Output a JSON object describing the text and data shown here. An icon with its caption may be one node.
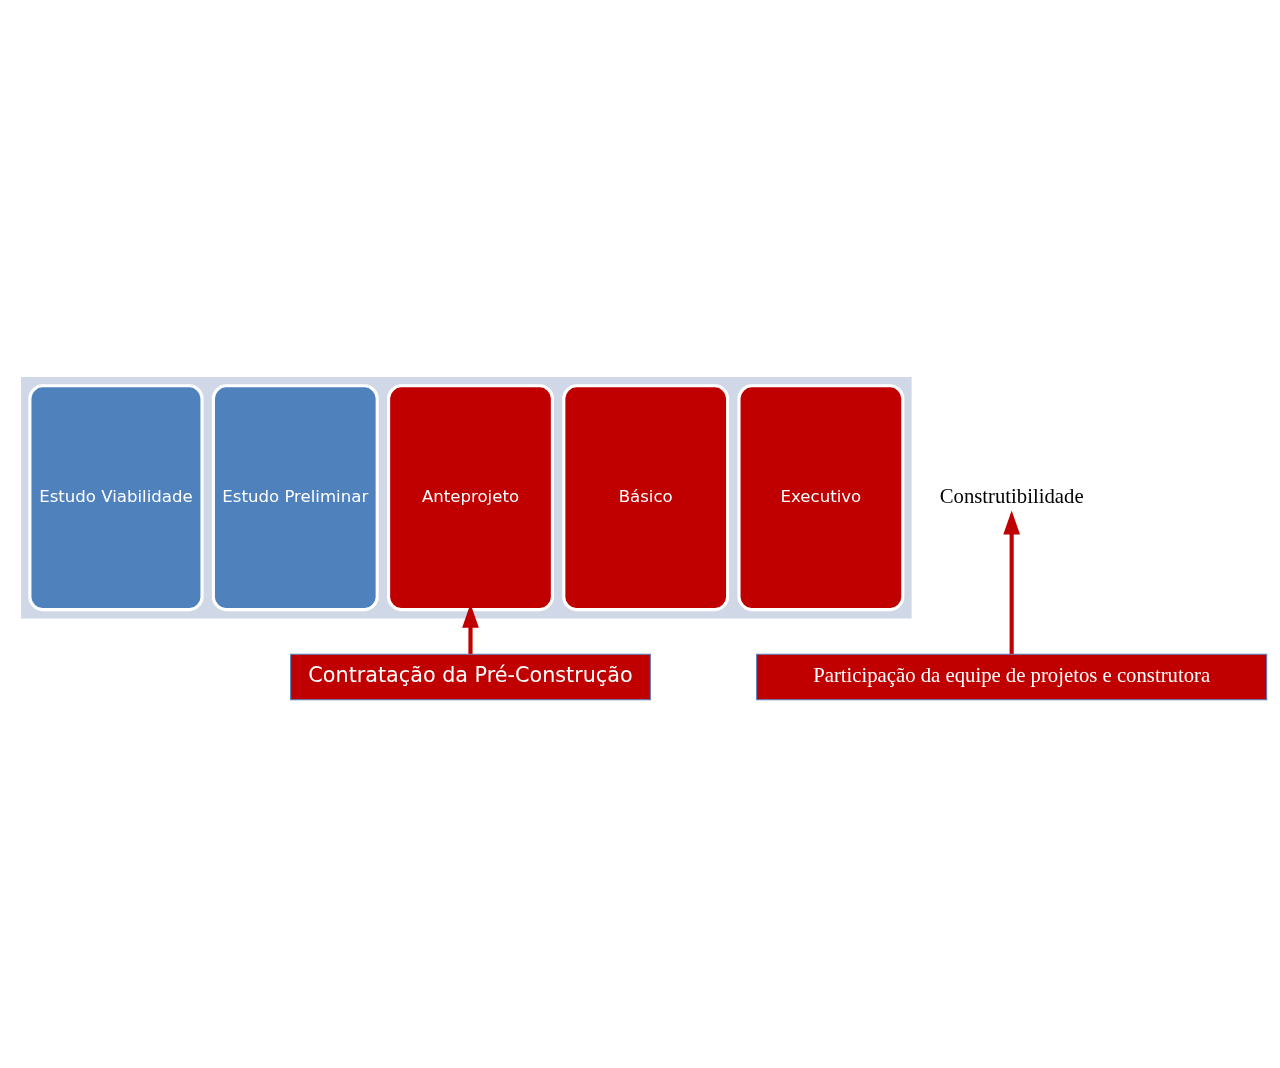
{
  "diagram": {
    "nodes": [
      {
        "text": [],
        "shape": "arrow"
      },
      {
        "text": [
          "Estudo Viabilidade"
        ],
        "in": 0
      },
      {
        "text": [
          "Estudo Preliminar"
        ],
        "in": 0
      },
      {
        "text": [
          "Anteprojeto"
        ],
        "in": 0
      },
      {
        "text": [
          "Básico"
        ],
        "in": 0
      },
      {
        "text": [
          "Executivo"
        ],
        "in": 0
      },
      {
        "text": [
          "Contratação da Pré-Construção"
        ]
      },
      {
        "text": [
          "Construtibilidade"
        ]
      },
      {
        "text": [
          "Participação da equipe de projetos e construtora"
        ]
      }
    ],
    "edges": [
      {
        "from": 6,
        "to": 3,
        "arrow": "to"
      },
      {
        "from": 8,
        "to": 7,
        "arrow": "to"
      }
    ]
  }
}
